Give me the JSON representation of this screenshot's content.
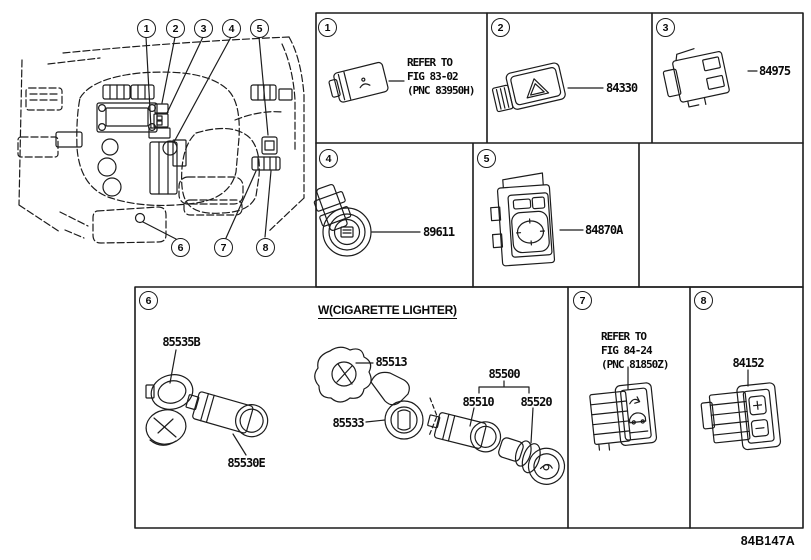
{
  "figure": {
    "footer_code": "84B147A"
  },
  "callouts": [
    "1",
    "2",
    "3",
    "4",
    "5",
    "6",
    "7",
    "8"
  ],
  "cells": {
    "cell1": {
      "num": "1",
      "note1": "REFER TO",
      "note2": "FIG 83-02",
      "note3": "(PNC 83950H)"
    },
    "cell2": {
      "num": "2",
      "part": "84330"
    },
    "cell3": {
      "num": "3",
      "part": "84975"
    },
    "cell4": {
      "num": "4",
      "part": "89611"
    },
    "cell5": {
      "num": "5",
      "part": "84870A"
    },
    "cell6": {
      "num": "6",
      "heading": "W(CIGARETTE LIGHTER)",
      "parts": {
        "cap": "85535B",
        "socket_assembly": "85530E",
        "retainer": "85513",
        "ring": "85533",
        "lighter_assembly": "85500",
        "socket": "85510",
        "knob": "85520"
      }
    },
    "cell7": {
      "num": "7",
      "note1": "REFER TO",
      "note2": "FIG 84-24",
      "note3": "(PNC 81850Z)"
    },
    "cell8": {
      "num": "8",
      "part": "84152"
    }
  }
}
